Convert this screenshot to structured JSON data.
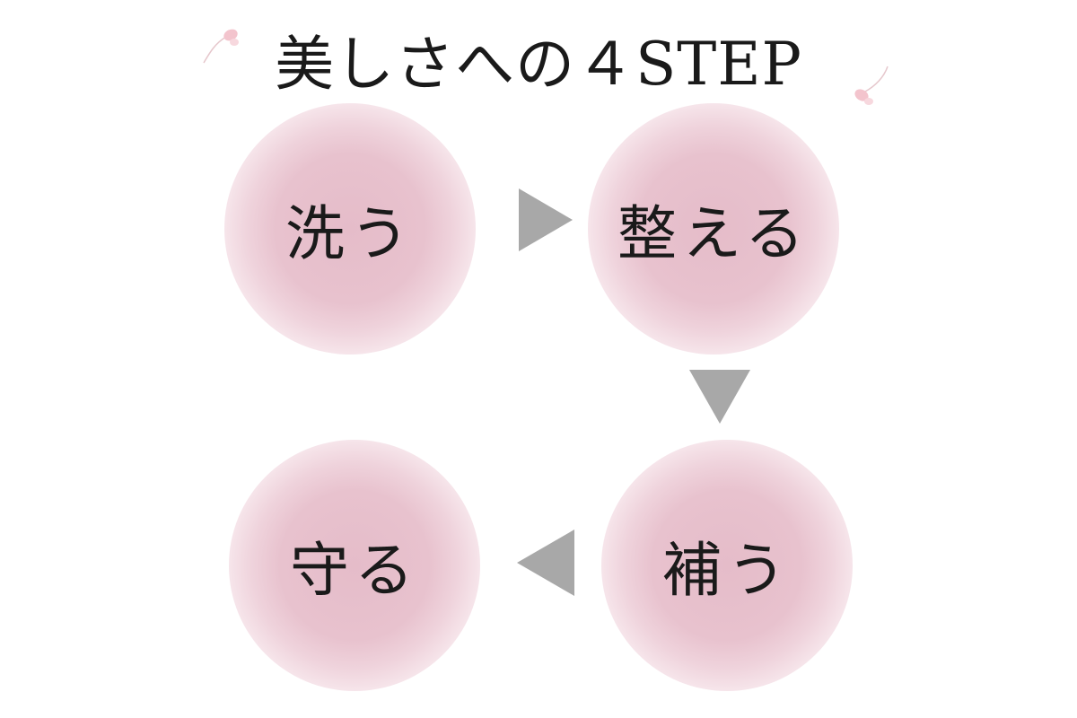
{
  "title": "美しさへの４STEP",
  "steps": [
    {
      "label": "洗う"
    },
    {
      "label": "整える"
    },
    {
      "label": "補う"
    },
    {
      "label": "守る"
    }
  ],
  "colors": {
    "circle": "#e5bcc9",
    "arrow": "#a8a8a8",
    "petal": "#f0b9c4",
    "text": "#1a1a1a"
  }
}
